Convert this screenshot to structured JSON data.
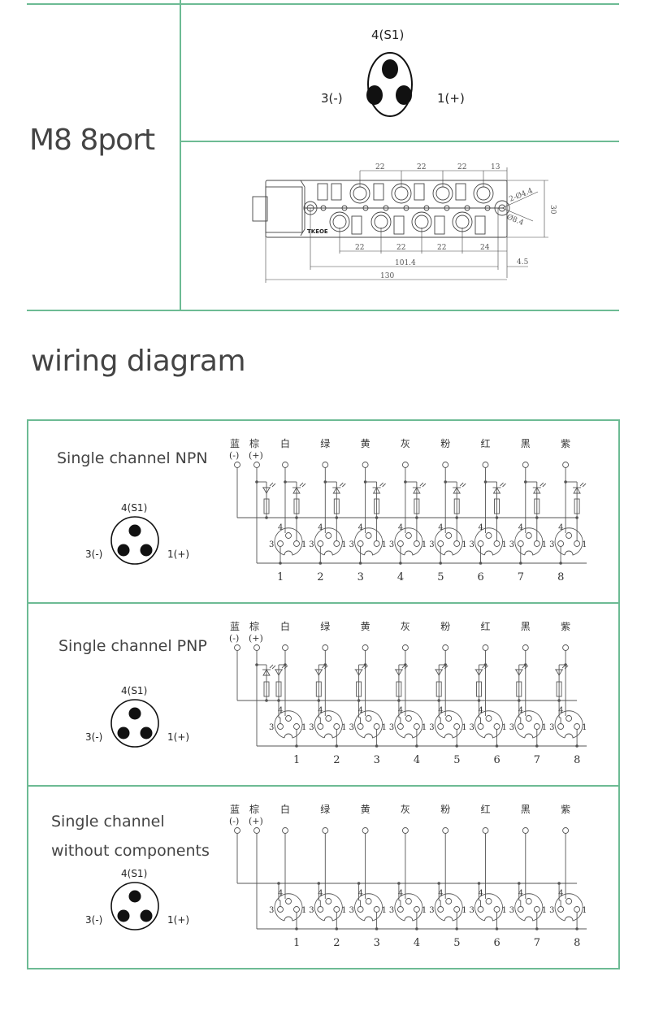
{
  "header": {
    "product_title": "M8 8port",
    "pinout": {
      "top": "4(S1)",
      "left": "3(-)",
      "right": "1(+)"
    },
    "dimensions": {
      "top_pitches": [
        "22",
        "22",
        "22",
        "13"
      ],
      "bottom_pitches": [
        "22",
        "22",
        "22",
        "24"
      ],
      "mount_span": "101.4",
      "overall_length": "130",
      "edge_offset": "4.5",
      "height": "30",
      "hole_note": "2-Ø4.4",
      "hole_diameter": "Ø8.4",
      "brand": "TKEOE"
    }
  },
  "section_title": "wiring diagram",
  "wire_colors": {
    "neg": {
      "name": "蓝",
      "sign": "(-)"
    },
    "pos": {
      "name": "棕",
      "sign": "(+)"
    },
    "signals": [
      "白",
      "绿",
      "黄",
      "灰",
      "粉",
      "红",
      "黑",
      "紫"
    ]
  },
  "port_numbers": [
    "1",
    "2",
    "3",
    "4",
    "5",
    "6",
    "7",
    "8"
  ],
  "pin_numbers": {
    "p4": "4",
    "p3": "3",
    "p1": "1"
  },
  "panels": [
    {
      "id": "npn",
      "title_lines": [
        "Single channel NPN"
      ],
      "pinout": {
        "top": "4(S1)",
        "left": "3(-)",
        "right": "1(+)"
      }
    },
    {
      "id": "pnp",
      "title_lines": [
        "Single channel PNP"
      ],
      "pinout": {
        "top": "4(S1)",
        "left": "3(-)",
        "right": "1(+)"
      }
    },
    {
      "id": "plain",
      "title_lines": [
        "Single channel",
        "without components"
      ],
      "pinout": {
        "top": "4(S1)",
        "left": "3(-)",
        "right": "1(+)"
      }
    }
  ],
  "colors": {
    "frame_green": "#6dbb94",
    "text": "#444444",
    "line": "#555555"
  }
}
